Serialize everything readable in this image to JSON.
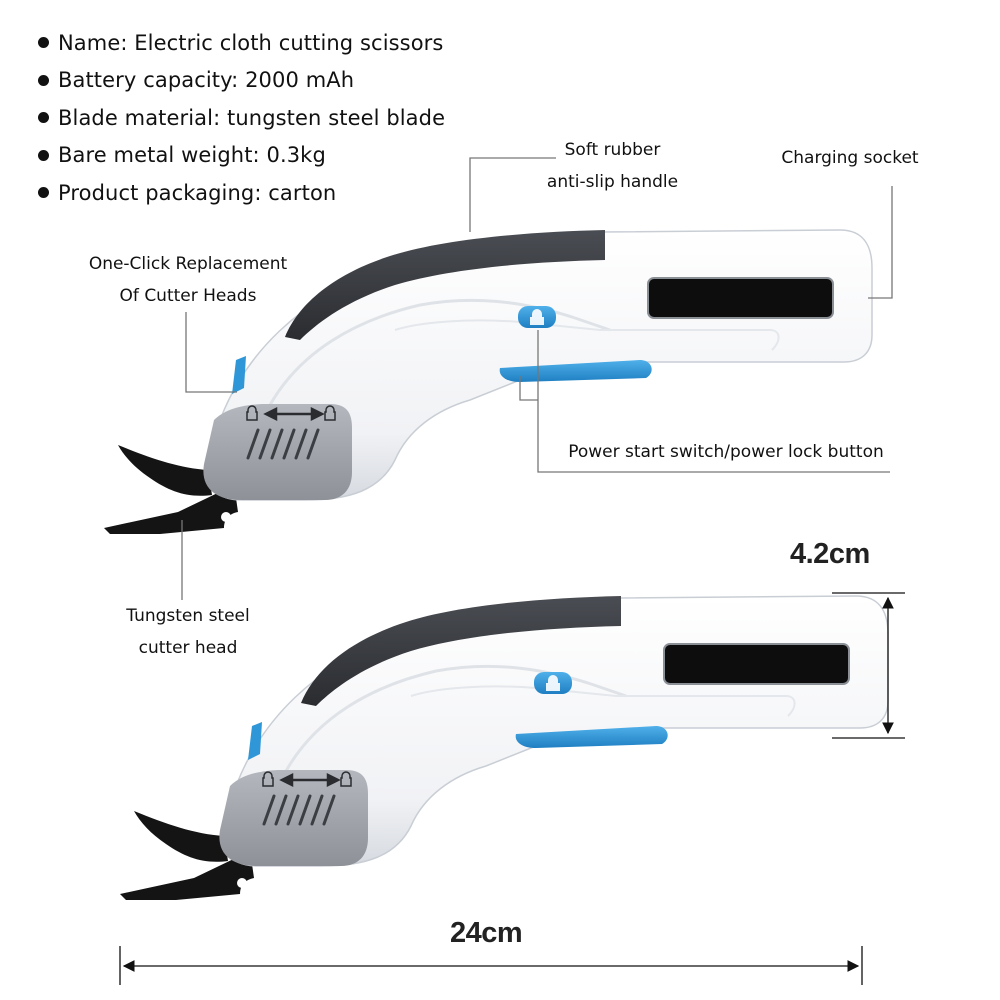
{
  "specs": [
    "Name: Electric cloth cutting scissors",
    "Battery capacity: 2000 mAh",
    "Blade material: tungsten steel blade",
    "Bare metal weight: 0.3kg",
    "Product packaging: carton"
  ],
  "callouts": {
    "soft_rubber_line1": "Soft rubber",
    "soft_rubber_line2": "anti-slip handle",
    "charging_socket": "Charging socket",
    "one_click_line1": "One-Click Replacement",
    "one_click_line2": "Of Cutter Heads",
    "power_switch": "Power start switch/power lock button",
    "tungsten_line1": "Tungsten steel",
    "tungsten_line2": "cutter head"
  },
  "dimensions": {
    "height": "4.2cm",
    "length": "24cm"
  },
  "colors": {
    "body": "#f4f5f7",
    "body_shadow": "#d9dde3",
    "grip": "#3a3d42",
    "accent_blue": "#2f97d8",
    "head_gray": "#9ea2a8",
    "blade": "#141414",
    "window": "#0d0d0d"
  }
}
